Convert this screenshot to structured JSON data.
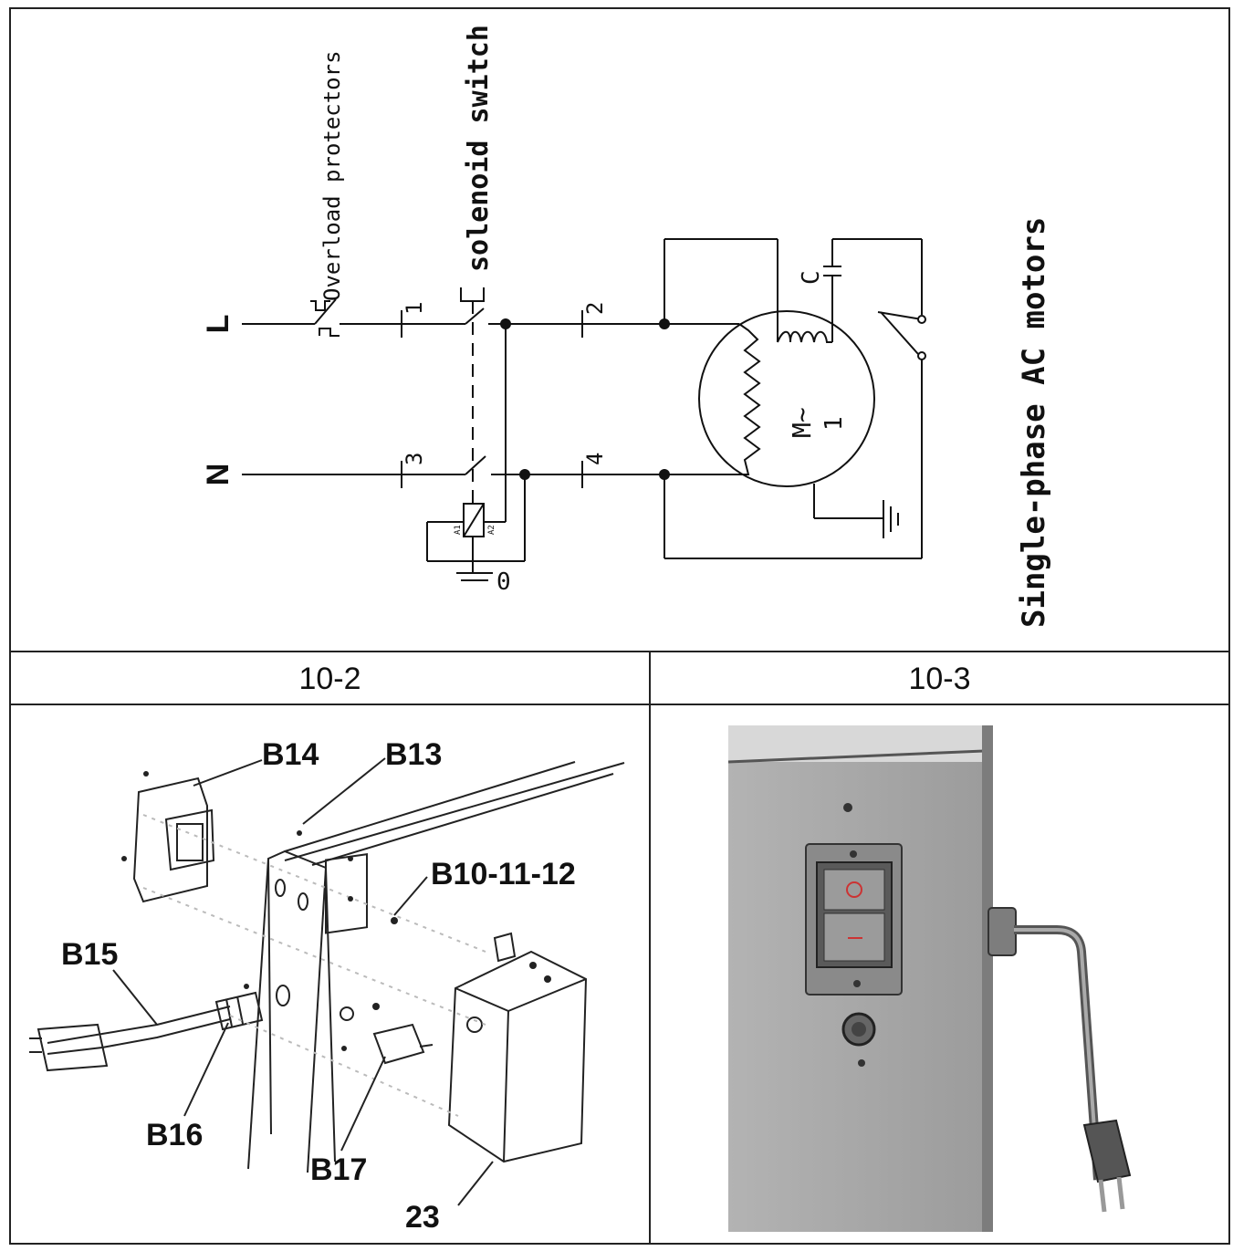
{
  "schematic": {
    "line_L": "L",
    "line_N": "N",
    "overload": "Overload protectors",
    "solenoid": "solenoid switch",
    "t1": "1",
    "t2": "2",
    "t3": "3",
    "t4": "4",
    "zero": "0",
    "capacitor": "C",
    "motor_m": "M~",
    "motor_1": "1",
    "coil_a1": "A1",
    "coil_a2": "A2",
    "title": "Single-phase AC motors"
  },
  "cells": {
    "left_label": "10-2",
    "right_label": "10-3"
  },
  "exploded": {
    "b14": "B14",
    "b13": "B13",
    "b10": "B10-11-12",
    "b15": "B15",
    "b16": "B16",
    "b17": "B17",
    "p23": "23"
  },
  "colors": {
    "panel": "#a9a9a9",
    "panel_dark": "#7f7f7f",
    "line": "#111111"
  }
}
